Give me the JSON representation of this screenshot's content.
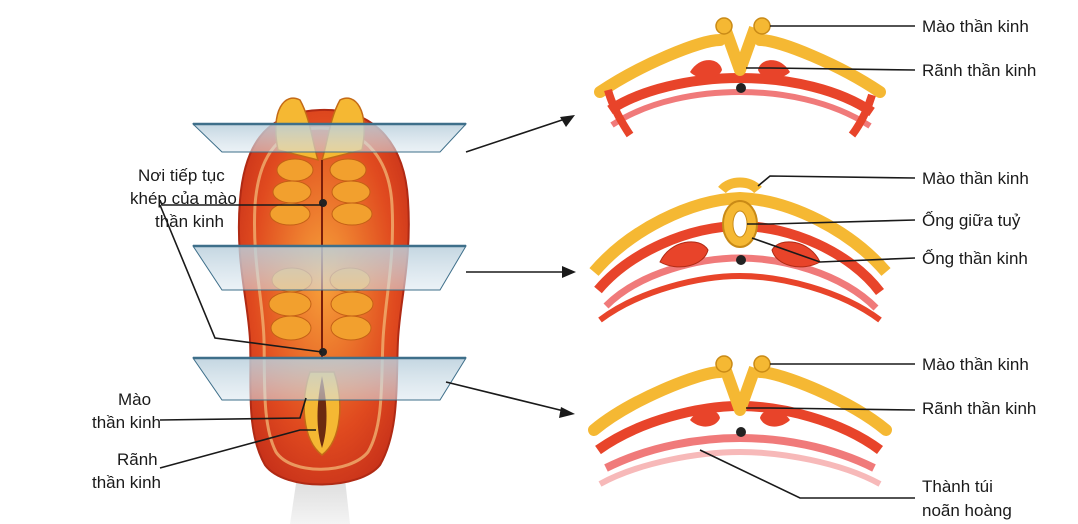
{
  "diagram": {
    "left_labels": {
      "closure_site": [
        "Nơi tiếp tục",
        "khép của mào",
        "thần kinh"
      ],
      "crest": [
        "Mào",
        "thần kinh"
      ],
      "groove": [
        "Rãnh",
        "thần kinh"
      ]
    },
    "sections": [
      {
        "labels": [
          "Mào thần kinh",
          "Rãnh thần kinh"
        ]
      },
      {
        "labels": [
          "Mào thần kinh",
          "Ống giữa tuỷ",
          "Ống thần kinh"
        ]
      },
      {
        "labels": [
          "Mào thần kinh",
          "Rãnh thần kinh",
          "Thành túi",
          "noãn hoàng"
        ]
      }
    ]
  },
  "colors": {
    "ectoderm": "#f5b833",
    "ectoderm_light": "#f8d37a",
    "mesoderm": "#e8442a",
    "endoderm": "#f06a6a",
    "yolk_wall": "#f7b9b9",
    "plane": "#9fb9c9",
    "plane_edge": "#3e6f8a",
    "notochord": "#222222"
  }
}
